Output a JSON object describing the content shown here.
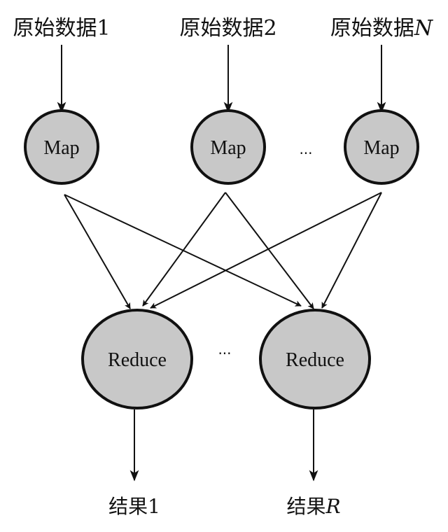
{
  "inputs": [
    {
      "prefix": "原始数据",
      "suffix": "1",
      "suffix_italic": false
    },
    {
      "prefix": "原始数据",
      "suffix": "2",
      "suffix_italic": false
    },
    {
      "prefix": "原始数据",
      "suffix": "N",
      "suffix_italic": true
    }
  ],
  "map_label": "Map",
  "reduce_label": "Reduce",
  "ellipsis": "···",
  "outputs": [
    {
      "prefix": "结果",
      "suffix": "1",
      "suffix_italic": false
    },
    {
      "prefix": "结果",
      "suffix": "R",
      "suffix_italic": true
    }
  ],
  "colors": {
    "node_fill": "#c8c8c8",
    "stroke": "#111111"
  }
}
